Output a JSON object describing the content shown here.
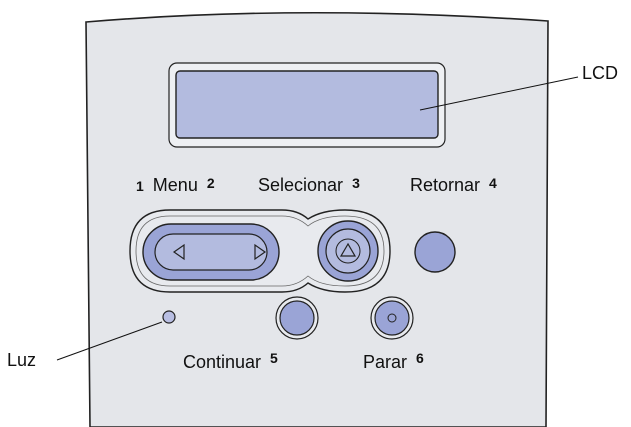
{
  "panel": {
    "lcd_label": "LCD",
    "light_label": "Luz",
    "buttons": {
      "menu": {
        "number": "1",
        "label": "Menu",
        "number_after": "2"
      },
      "select": {
        "label": "Selecionar",
        "number": "3"
      },
      "return": {
        "label": "Retornar",
        "number": "4"
      },
      "continue": {
        "label": "Continuar",
        "number": "5"
      },
      "stop": {
        "label": "Parar",
        "number": "6"
      }
    }
  },
  "colors": {
    "panel": "#e4e6ea",
    "button_blue": "#9aa4d6",
    "lcd_blue": "#b3bbdf",
    "outline": "#222222"
  },
  "icons": [
    "left-arrow-icon",
    "right-arrow-icon",
    "up-arrow-icon",
    "stop-circle-icon"
  ]
}
